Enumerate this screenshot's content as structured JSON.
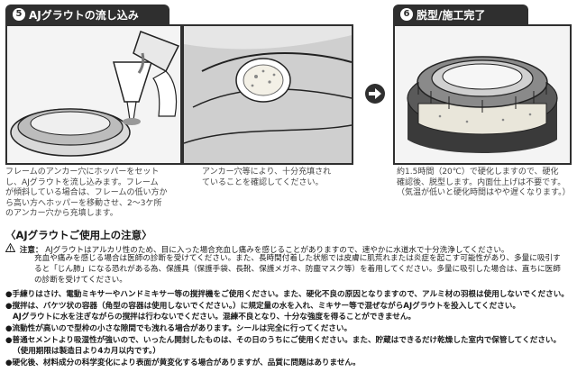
{
  "step5": {
    "number": "5",
    "title": "AJグラウトの流し込み",
    "caption_left": [
      "フレームのアンカー穴にホッパーをセット",
      "し、AJグラウトを流し込みます。フレーム",
      "が傾斜している場合は、フレームの低い方か",
      "ら高い方へホッパーを移動させ、2〜3ケ所",
      "のアンカー穴から充填します。"
    ],
    "caption_right": [
      "アンカー穴等により、十分充填され",
      "ていることを確認してください。"
    ]
  },
  "step6": {
    "number": "6",
    "title": "脱型/施工完了",
    "caption": [
      "約1.5時間（20℃）で硬化しますので、硬化",
      "確認後、脱型します。内面仕上げは不要です。",
      "（気温が低いと硬化時間はやや遅くなります。）"
    ]
  },
  "notes": {
    "title": "〈AJグラウトご使用上の注意〉",
    "caution_label": "注意：",
    "caution_lines": [
      "AJグラウトはアルカリ性のため、目に入った場合充血し痛みを感じることがありますので、速やかに水道水で十分洗浄してください。",
      "充血や痛みを感じる場合は医師の診断を受けてください。また、長時間付着した状態では皮膚に肌荒れまたは炎症を起こす可能性があり、多量に吸引す",
      "ると「じん肺」になる恐れがある為、保護具（保護手袋、長靴、保護メガネ、防塵マスク等）を着用してください。多量に吸引した場合は、直ちに医師",
      "の診断を受けてください。"
    ],
    "items": [
      [
        "●手練りはさけ、電動ミキサーやハンドミキサー等の撹拌機をご使用ください。また、硬化不良の原因となりますので、アルミ材の羽根は使用しないでください。"
      ],
      [
        "●撹拌は、バケツ状の容器（角型の容器は使用しないでください。）に規定量の水を入れ、ミキサー等で混ぜながらAJグラウトを投入してください。",
        "AJグラウトに水を注ぎながらの撹拌は行わないでください。混練不良となり、十分な強度を得ることができません。"
      ],
      [
        "●流動性が高いので型枠の小さな隙間でも洩れる場合があります。シールは完全に行ってください。"
      ],
      [
        "●普通セメントより吸湿性が強いので、いったん開封したものは、その日のうちにご使用ください。また、貯蔵はできるだけ乾燥した室内で保管してください。",
        "（使用期限は製造日より4カ月以内です。）"
      ],
      [
        "●硬化後、材料成分の科学変化により表面が黄変化する場合がありますが、品質に問題はありません。"
      ]
    ]
  },
  "colors": {
    "dark": "#2f2f2f",
    "paper": "#ffffff"
  },
  "icons": [
    "arrow-right-icon",
    "warning-icon"
  ]
}
